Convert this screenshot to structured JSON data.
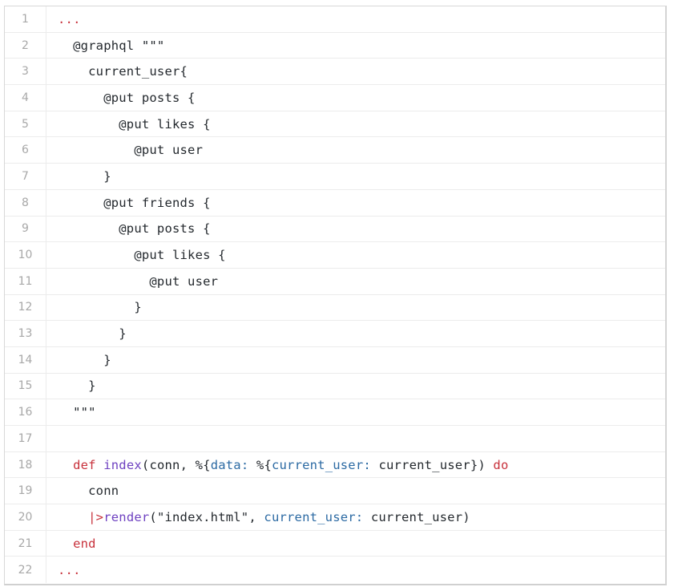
{
  "code_block": {
    "lines": [
      {
        "number": "1",
        "segments": [
          {
            "text": "...",
            "type": "red"
          }
        ]
      },
      {
        "number": "2",
        "segments": [
          {
            "text": "  @graphql \"\"\"",
            "type": "plain"
          }
        ]
      },
      {
        "number": "3",
        "segments": [
          {
            "text": "    current_user{",
            "type": "plain"
          }
        ]
      },
      {
        "number": "4",
        "segments": [
          {
            "text": "      @put posts {",
            "type": "plain"
          }
        ]
      },
      {
        "number": "5",
        "segments": [
          {
            "text": "        @put likes {",
            "type": "plain"
          }
        ]
      },
      {
        "number": "6",
        "segments": [
          {
            "text": "          @put user",
            "type": "plain"
          }
        ]
      },
      {
        "number": "7",
        "segments": [
          {
            "text": "      }",
            "type": "plain"
          }
        ]
      },
      {
        "number": "8",
        "segments": [
          {
            "text": "      @put friends {",
            "type": "plain"
          }
        ]
      },
      {
        "number": "9",
        "segments": [
          {
            "text": "        @put posts {",
            "type": "plain"
          }
        ]
      },
      {
        "number": "10",
        "segments": [
          {
            "text": "          @put likes {",
            "type": "plain"
          }
        ]
      },
      {
        "number": "11",
        "segments": [
          {
            "text": "            @put user",
            "type": "plain"
          }
        ]
      },
      {
        "number": "12",
        "segments": [
          {
            "text": "          }",
            "type": "plain"
          }
        ]
      },
      {
        "number": "13",
        "segments": [
          {
            "text": "        }",
            "type": "plain"
          }
        ]
      },
      {
        "number": "14",
        "segments": [
          {
            "text": "      }",
            "type": "plain"
          }
        ]
      },
      {
        "number": "15",
        "segments": [
          {
            "text": "    }",
            "type": "plain"
          }
        ]
      },
      {
        "number": "16",
        "segments": [
          {
            "text": "  \"\"\"",
            "type": "plain"
          }
        ]
      },
      {
        "number": "17",
        "segments": [
          {
            "text": "",
            "type": "plain"
          }
        ]
      },
      {
        "number": "18",
        "segments": [
          {
            "text": "  ",
            "type": "plain"
          },
          {
            "text": "def",
            "type": "kw"
          },
          {
            "text": " ",
            "type": "plain"
          },
          {
            "text": "index",
            "type": "fn"
          },
          {
            "text": "(conn, %{",
            "type": "plain"
          },
          {
            "text": "data:",
            "type": "sym"
          },
          {
            "text": " %{",
            "type": "plain"
          },
          {
            "text": "current_user:",
            "type": "sym"
          },
          {
            "text": " current_user}) ",
            "type": "plain"
          },
          {
            "text": "do",
            "type": "kw"
          }
        ]
      },
      {
        "number": "19",
        "segments": [
          {
            "text": "    conn",
            "type": "plain"
          }
        ]
      },
      {
        "number": "20",
        "segments": [
          {
            "text": "    ",
            "type": "plain"
          },
          {
            "text": "|>",
            "type": "kw"
          },
          {
            "text": "render",
            "type": "fn"
          },
          {
            "text": "(\"index.html\", ",
            "type": "plain"
          },
          {
            "text": "current_user:",
            "type": "sym"
          },
          {
            "text": " current_user)",
            "type": "plain"
          }
        ]
      },
      {
        "number": "21",
        "segments": [
          {
            "text": "  end",
            "type": "kw"
          }
        ]
      },
      {
        "number": "22",
        "segments": [
          {
            "text": "...",
            "type": "red"
          }
        ]
      }
    ]
  },
  "colors": {
    "keyword": "#c8323c",
    "function": "#6f42c1",
    "atom_key": "#2c6aa3",
    "text": "#24292e",
    "line_number": "#a8a8a8"
  }
}
